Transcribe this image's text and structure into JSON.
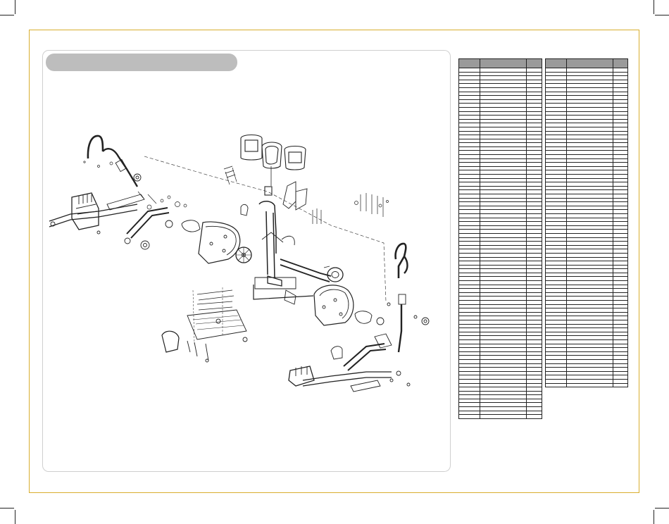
{
  "page": {
    "title": "",
    "border_color": "#d9ae2e",
    "title_bar_color": "#bdbdbd"
  },
  "diagram": {
    "type": "exploded-view line drawing of an elliptical cross trainer",
    "color": "#222222"
  },
  "parts_table_left": {
    "headers": [
      "",
      "",
      ""
    ],
    "row_count": 89
  },
  "parts_table_right": {
    "headers": [
      "",
      "",
      ""
    ],
    "row_count": 81
  }
}
